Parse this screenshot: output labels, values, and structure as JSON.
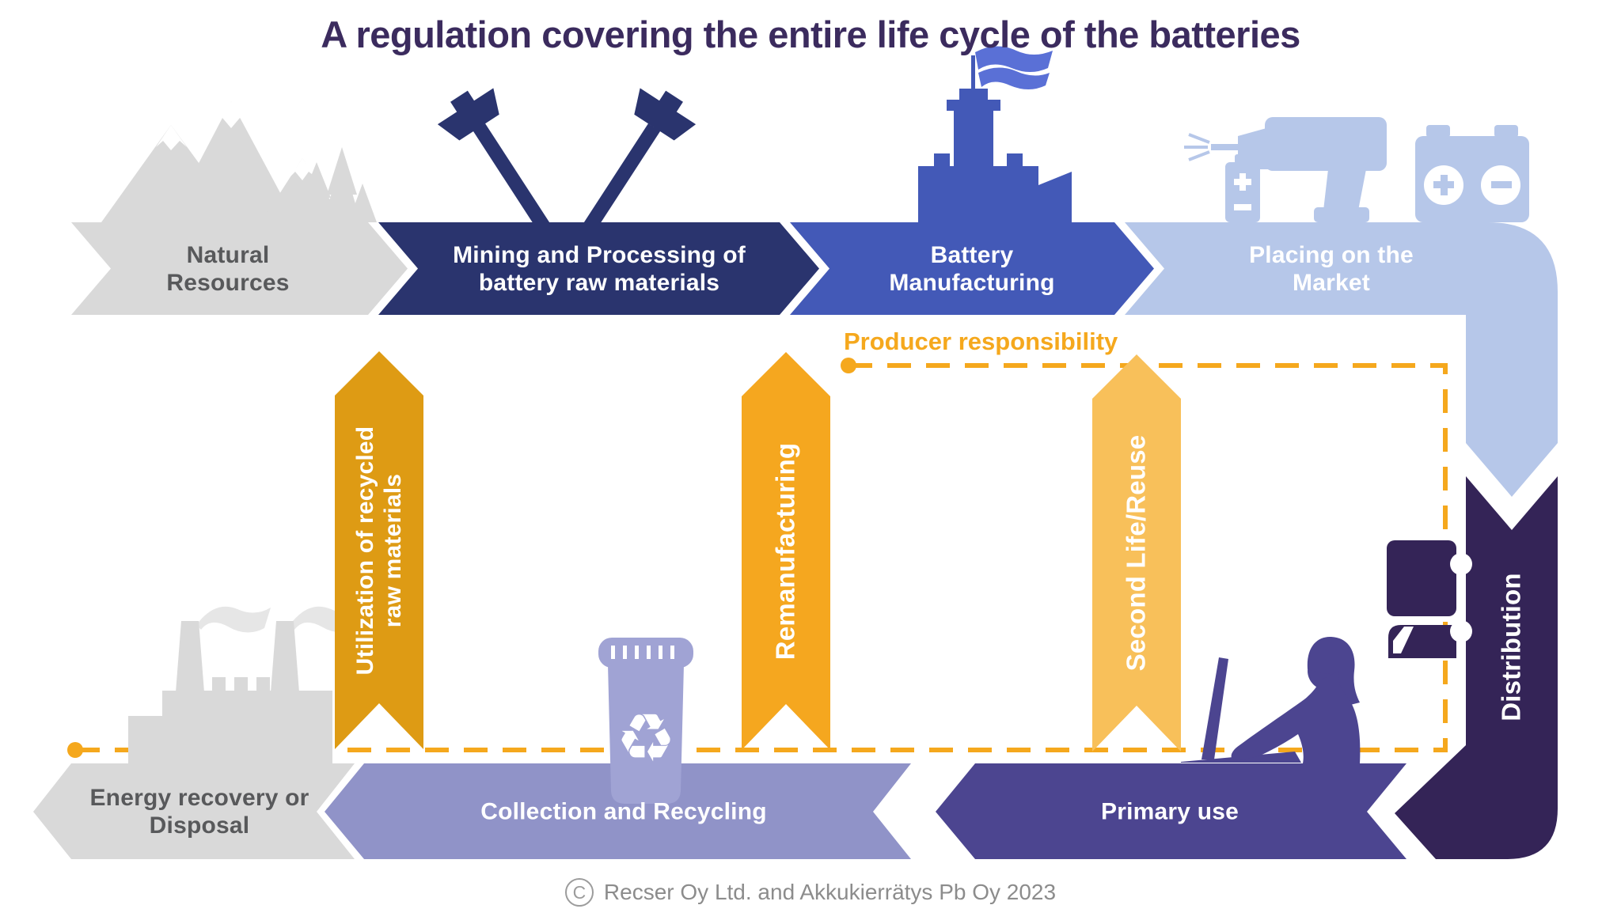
{
  "title": "A regulation covering the entire life cycle of the batteries",
  "stages": {
    "natural_resources": "Natural\nResources",
    "mining": "Mining and Processing of\nbattery raw materials",
    "battery_manufacturing": "Battery\nManufacturing",
    "placing_on_market": "Placing on the\nMarket",
    "distribution": "Distribution",
    "primary_use": "Primary use",
    "collection_recycling": "Collection and Recycling",
    "energy_recovery": "Energy recovery or\nDisposal"
  },
  "loops": {
    "producer_responsibility": "Producer responsibility",
    "utilization": "Utilization of recycled\nraw materials",
    "remanufacturing": "Remanufacturing",
    "second_life": "Second Life/Reuse"
  },
  "footer": {
    "copyright_glyph": "C",
    "credit": "Recser Oy Ltd. and Akkukierrätys Pb Oy 2023"
  },
  "icons": {
    "recycle_glyph": "♻"
  },
  "colors": {
    "title_text": "#3b2b5e",
    "gray_band": "#d9d9d9",
    "gray_text": "#58595b",
    "navy": "#2a346e",
    "royal_blue": "#4359b7",
    "flag_blue": "#5a70d6",
    "light_blue": "#b6c7e9",
    "indigo": "#4c4590",
    "lavender": "#9093c8",
    "bin_lavender": "#a0a3d4",
    "dark_purple": "#342457",
    "amber": "#de9b14",
    "orange_yellow": "#f5a71f",
    "light_yellow": "#f8c05a",
    "dash_orange": "#f5a81d",
    "smoke_gray": "#e6e6e6",
    "footer_text": "#8c8c8c",
    "white": "#ffffff"
  }
}
